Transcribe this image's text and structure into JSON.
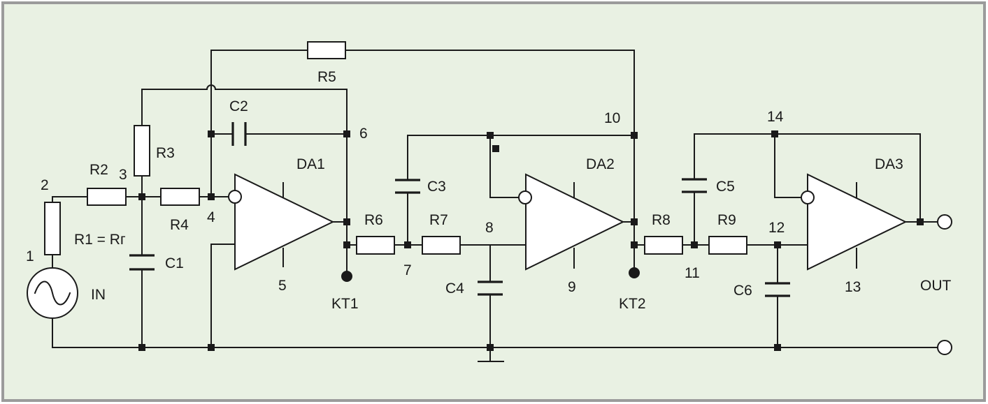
{
  "diagram": {
    "colors": {
      "background": "#e9f1e3",
      "border": "#9b9b9b",
      "wire": "#1a1a1a"
    },
    "components": {
      "R1": "R1 = Rг",
      "R2": "R2",
      "R3": "R3",
      "R4": "R4",
      "R5": "R5",
      "R6": "R6",
      "R7": "R7",
      "R8": "R8",
      "R9": "R9",
      "C1": "C1",
      "C2": "C2",
      "C3": "C3",
      "C4": "C4",
      "C5": "C5",
      "C6": "C6",
      "DA1": "DA1",
      "DA2": "DA2",
      "DA3": "DA3",
      "KT1": "KT1",
      "KT2": "KT2",
      "IN": "IN",
      "OUT": "OUT"
    },
    "nodes": {
      "n1": "1",
      "n2": "2",
      "n3": "3",
      "n4": "4",
      "n5": "5",
      "n6": "6",
      "n7": "7",
      "n8": "8",
      "n9": "9",
      "n10": "10",
      "n11": "11",
      "n12": "12",
      "n13": "13",
      "n14": "14"
    }
  }
}
